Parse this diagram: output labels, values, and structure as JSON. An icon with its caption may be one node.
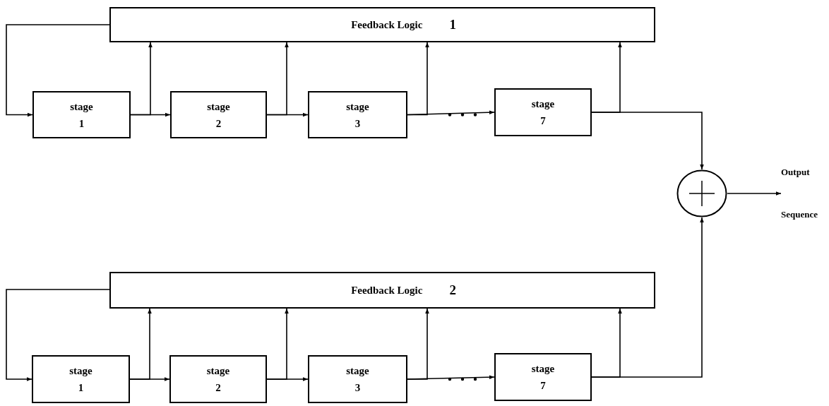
{
  "diagram": {
    "nodes": [
      {
        "text": [
          "Feedback Logic",
          "1"
        ]
      },
      {
        "text": [
          "stage 1"
        ]
      },
      {
        "text": [
          "stage 2"
        ]
      },
      {
        "text": [
          "stage 3"
        ]
      },
      {
        "text": [
          "stage 7"
        ]
      },
      {
        "text": [],
        "shape": "circle"
      },
      {
        "text": [
          "Feedback Logic",
          "2"
        ]
      },
      {
        "text": [
          "stage 1"
        ]
      },
      {
        "text": [
          "stage 2"
        ]
      },
      {
        "text": [
          "stage 3"
        ]
      },
      {
        "text": [
          "stage 7"
        ]
      },
      {
        "text": [
          "Output",
          "Sequence"
        ]
      }
    ],
    "edges": [
      {
        "from": 0,
        "to": 1,
        "arrow": "to"
      },
      {
        "from": 1,
        "to": 2,
        "arrow": "to"
      },
      {
        "from": 2,
        "to": 3,
        "arrow": "to"
      },
      {
        "from": 3,
        "to": 4,
        "arrow": "to"
      },
      {
        "from": 1,
        "to": 0,
        "arrow": "to"
      },
      {
        "from": 2,
        "to": 0,
        "arrow": "to"
      },
      {
        "from": 3,
        "to": 0,
        "arrow": "to"
      },
      {
        "from": 4,
        "to": 0,
        "arrow": "to"
      },
      {
        "from": 4,
        "to": 5,
        "arrow": "to"
      },
      {
        "from": 6,
        "to": 7,
        "arrow": "to"
      },
      {
        "from": 7,
        "to": 8,
        "arrow": "to"
      },
      {
        "from": 8,
        "to": 9,
        "arrow": "to"
      },
      {
        "from": 9,
        "to": 10,
        "arrow": "to"
      },
      {
        "from": 7,
        "to": 6,
        "arrow": "to"
      },
      {
        "from": 8,
        "to": 6,
        "arrow": "to"
      },
      {
        "from": 9,
        "to": 6,
        "arrow": "to"
      },
      {
        "from": 10,
        "to": 6,
        "arrow": "to"
      },
      {
        "from": 10,
        "to": 5,
        "arrow": "to"
      },
      {
        "from": 5,
        "to": 11,
        "arrow": "to"
      }
    ]
  }
}
